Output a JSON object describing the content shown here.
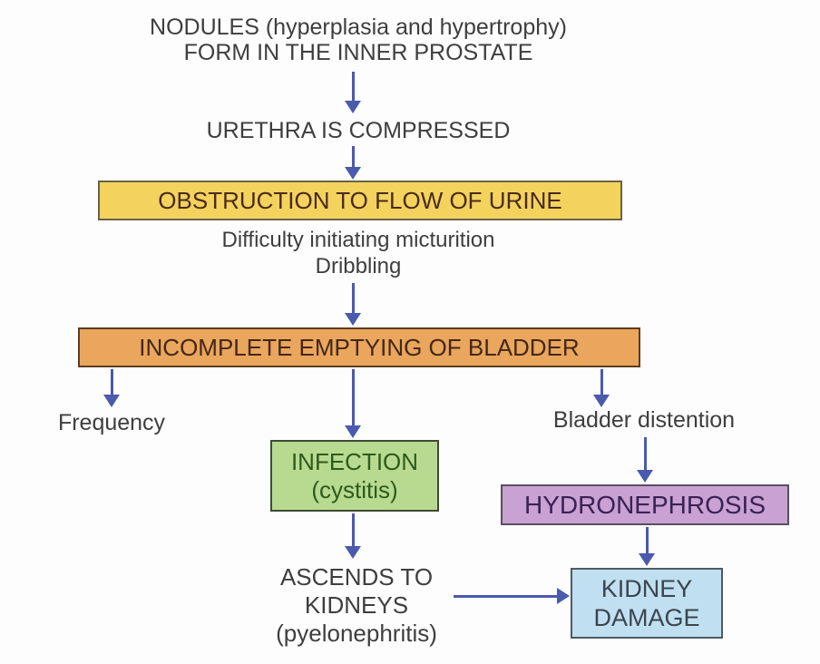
{
  "flowchart": {
    "nodules_line1": "NODULES (hyperplasia and hypertrophy)",
    "nodules_line2": "FORM IN THE INNER PROSTATE",
    "urethra": "URETHRA IS COMPRESSED",
    "obstruction": "OBSTRUCTION TO FLOW OF URINE",
    "symptoms_line1": "Difficulty initiating micturition",
    "symptoms_line2": "Dribbling",
    "incomplete": "INCOMPLETE EMPTYING OF BLADDER",
    "frequency": "Frequency",
    "infection_line1": "INFECTION",
    "infection_line2": "(cystitis)",
    "bladder_distention": "Bladder distention",
    "hydronephrosis": "HYDRONEPHROSIS",
    "ascends_line1": "ASCENDS TO",
    "ascends_line2": "KIDNEYS",
    "ascends_line3": "(pyelonephritis)",
    "kidney_line1": "KIDNEY",
    "kidney_line2": "DAMAGE"
  },
  "colors": {
    "arrow": "#4a5aad",
    "text": "#3e3e3e",
    "obstruction_fill": "#f3d35e",
    "obstruction_text": "#4a2b1b",
    "obstruction_border": "#6a6145",
    "incomplete_fill": "#e9a65c",
    "incomplete_text": "#442718",
    "incomplete_border": "#5e3c20",
    "infection_fill": "#b8da90",
    "infection_text": "#2e5a1c",
    "infection_border": "#3e4a32",
    "hydronephrosis_fill": "#c9a1d3",
    "hydronephrosis_text": "#3a2256",
    "hydronephrosis_border": "#57505c",
    "kidney_fill": "#c0e0f1",
    "kidney_text": "#3b454f",
    "kidney_border": "#4d5b68"
  }
}
